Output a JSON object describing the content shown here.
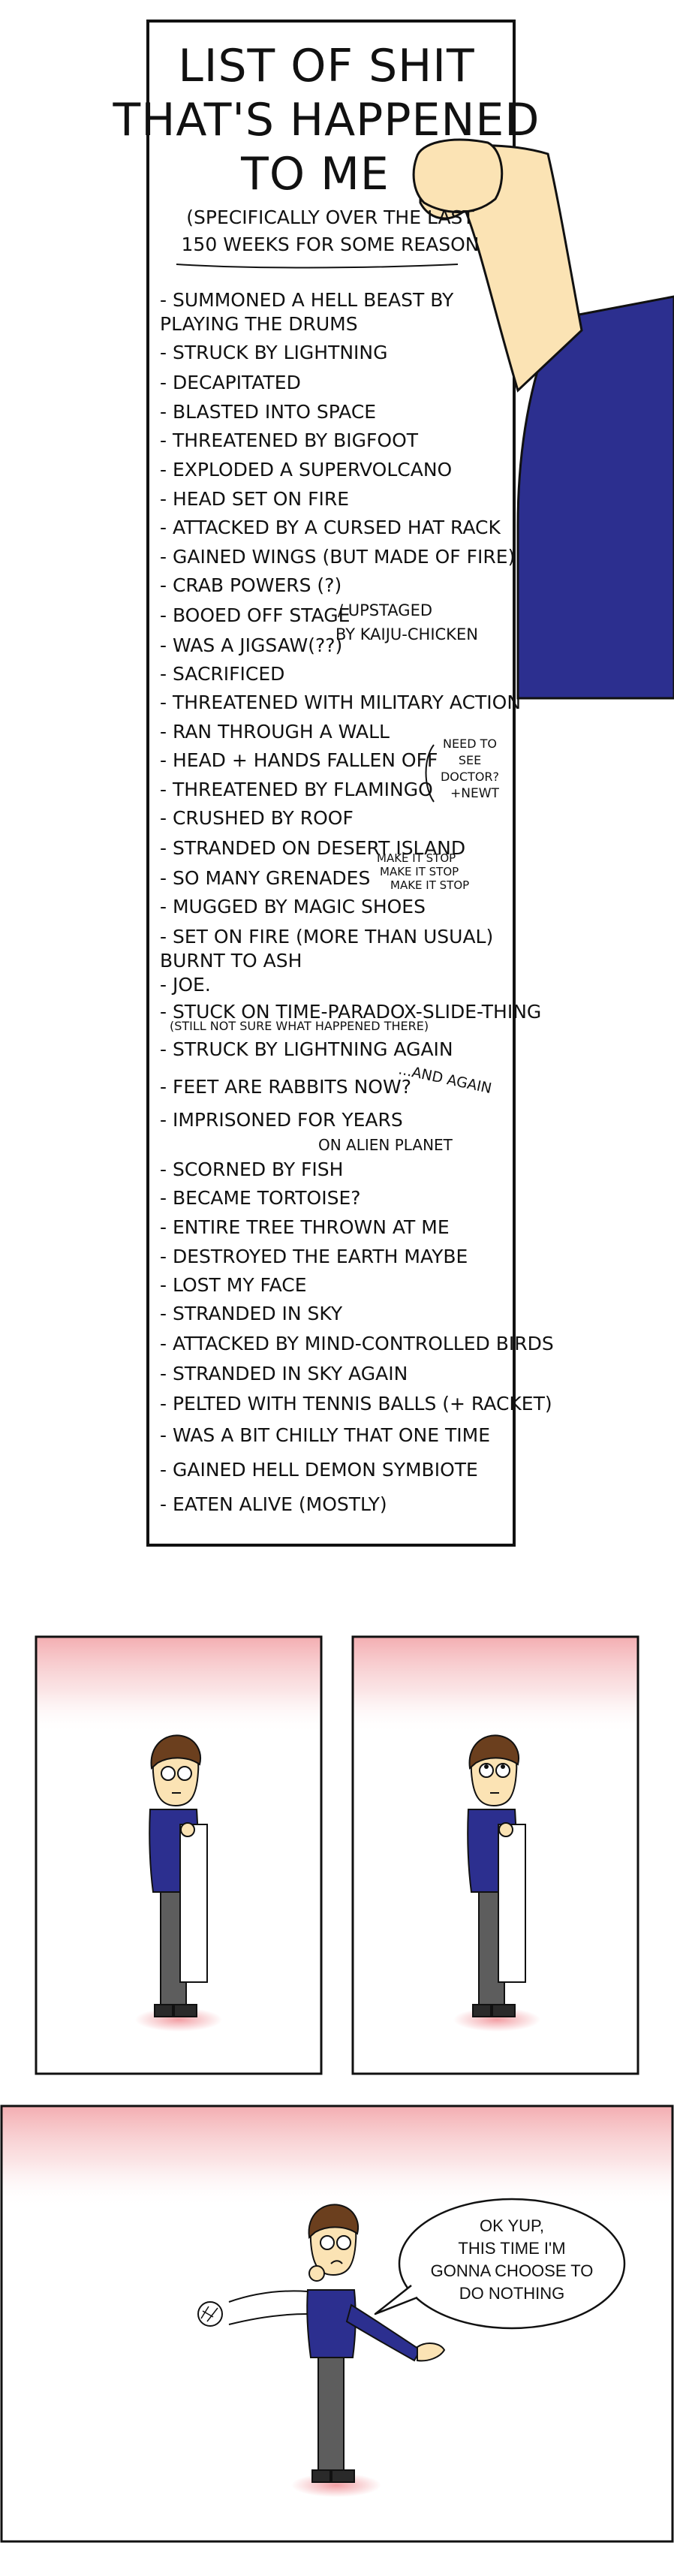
{
  "list": {
    "title_lines": [
      "LIST OF SHIT",
      "THAT'S HAPPENED",
      "TO ME"
    ],
    "subtitle_lines": [
      "(SPECIFICALLY OVER THE LAST",
      "150 WEEKS FOR SOME REASON"
    ],
    "items": [
      "- SUMMONED A HELL BEAST BY",
      "    PLAYING THE DRUMS",
      "- STRUCK BY LIGHTNING",
      "- DECAPITATED",
      "- BLASTED INTO SPACE",
      "- THREATENED BY BIGFOOT",
      "- EXPLODED A SUPERVOLCANO",
      "- HEAD SET ON FIRE",
      "- ATTACKED BY A CURSED HAT RACK",
      "- GAINED WINGS (BUT MADE OF FIRE)",
      "- CRAB POWERS (?)",
      "- BOOED OFF STAGE",
      "- WAS A JIGSAW(??)",
      "- SACRIFICED",
      "- THREATENED WITH MILITARY ACTION",
      "- RAN THROUGH A WALL",
      "- HEAD + HANDS FALLEN OFF",
      "- THREATENED BY FLAMINGO",
      "- CRUSHED BY ROOF",
      "- STRANDED ON DESERT ISLAND",
      "- SO MANY GRENADES",
      "- MUGGED BY MAGIC SHOES",
      "- SET ON FIRE (MORE THAN USUAL)",
      "    BURNT TO ASH",
      "- JOE.",
      "- STUCK ON TIME-PARADOX-SLIDE-THING",
      "- STRUCK BY LIGHTNING AGAIN",
      "- FEET ARE RABBITS NOW?",
      "- IMPRISONED FOR YEARS",
      "- SCORNED BY FISH",
      "- BECAME TORTOISE?",
      "- ENTIRE TREE THROWN AT ME",
      "- DESTROYED THE EARTH MAYBE",
      "- LOST MY FACE",
      "- STRANDED IN SKY",
      "- ATTACKED BY MIND-CONTROLLED BIRDS",
      "- STRANDED IN SKY AGAIN",
      "- PELTED WITH TENNIS BALLS (+ RACKET)",
      "- WAS A BIT CHILLY THAT ONE TIME",
      "- GAINED HELL DEMON SYMBIOTE",
      "- EATEN ALIVE (MOSTLY)"
    ],
    "notes": {
      "upstaged_1": "/ UPSTAGED",
      "upstaged_2": "BY KAIJU-CHICKEN",
      "need_1": "NEED TO",
      "need_2": "SEE",
      "need_3": "DOCTOR?",
      "newt": "+NEWT",
      "stop_1": "MAKE IT STOP",
      "stop_2": "MAKE IT STOP",
      "stop_3": "MAKE IT STOP",
      "paradox": "(STILL NOT SURE WHAT HAPPENED THERE)",
      "again": "...AND AGAIN",
      "alien": "ON ALIEN PLANET"
    }
  },
  "bubble": {
    "lines": [
      "OK YUP,",
      "THIS TIME I'M",
      "GONNA CHOOSE TO",
      "DO NOTHING"
    ]
  },
  "colors": {
    "ink": "#111111",
    "shirt": "#2c2f8f",
    "skin": "#fbe3b4",
    "hair": "#6b3f1e",
    "glow": "#f2b5b8"
  }
}
